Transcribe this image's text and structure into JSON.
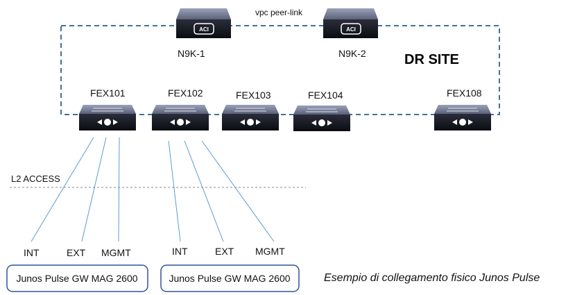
{
  "diagram": {
    "peer_link_label": "vpc peer-link",
    "site_label": "DR SITE",
    "spines": [
      {
        "name": "N9K-1",
        "logo": "ACI"
      },
      {
        "name": "N9K-2",
        "logo": "ACI"
      }
    ],
    "fex": [
      "FEX101",
      "FEX102",
      "FEX103",
      "FEX104",
      "FEX108"
    ],
    "l2_label": "L2 ACCESS",
    "ports": [
      "INT",
      "EXT",
      "MGMT",
      "INT",
      "EXT",
      "MGMT"
    ],
    "gateways": [
      "Junos Pulse GW MAG 2600",
      "Junos Pulse GW MAG 2600"
    ],
    "caption": "Esempio di collegamento fisico Junos Pulse",
    "colors": {
      "dashed_border": "#41719c",
      "link": "#5b9bd5",
      "box_border": "#2f5597"
    }
  }
}
